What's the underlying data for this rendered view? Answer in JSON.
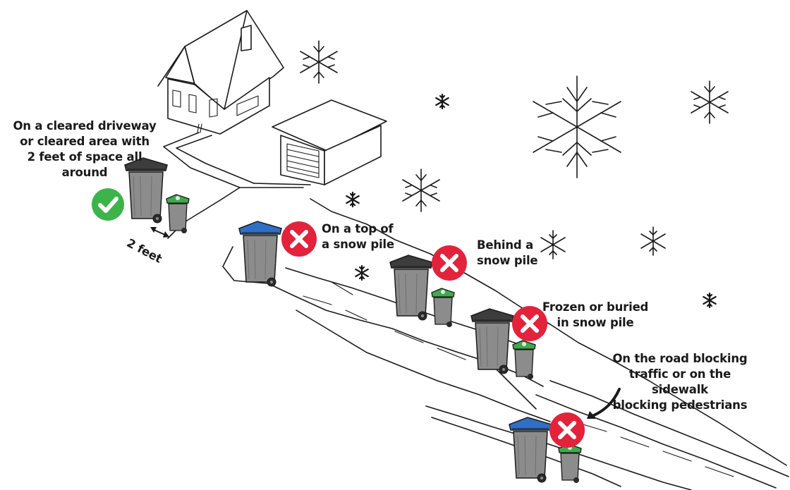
{
  "labels": {
    "cleared": "On a cleared driveway\nor cleared area with\n2 feet of space all around",
    "two_feet": "2 feet",
    "top_of_pile": "On a top of\na snow pile",
    "behind_pile": "Behind a\nsnow pile",
    "frozen": "Frozen or buried\nin snow pile",
    "road": "On the road blocking\ntraffic or on the sidewalk\nblocking pedestrians"
  },
  "colors": {
    "ok": "#3cb44a",
    "bad": "#e2233b",
    "garbage_lid": "#3d3d3d",
    "recycle_lid": "#2f6fc6",
    "compost_lid": "#3faa4a",
    "bin_body": "#8c8c8c"
  },
  "icons": {
    "ok": "check-icon",
    "bad": "x-icon",
    "house": "house-icon",
    "garage": "garage-icon",
    "snowflake": "snowflake-icon"
  }
}
